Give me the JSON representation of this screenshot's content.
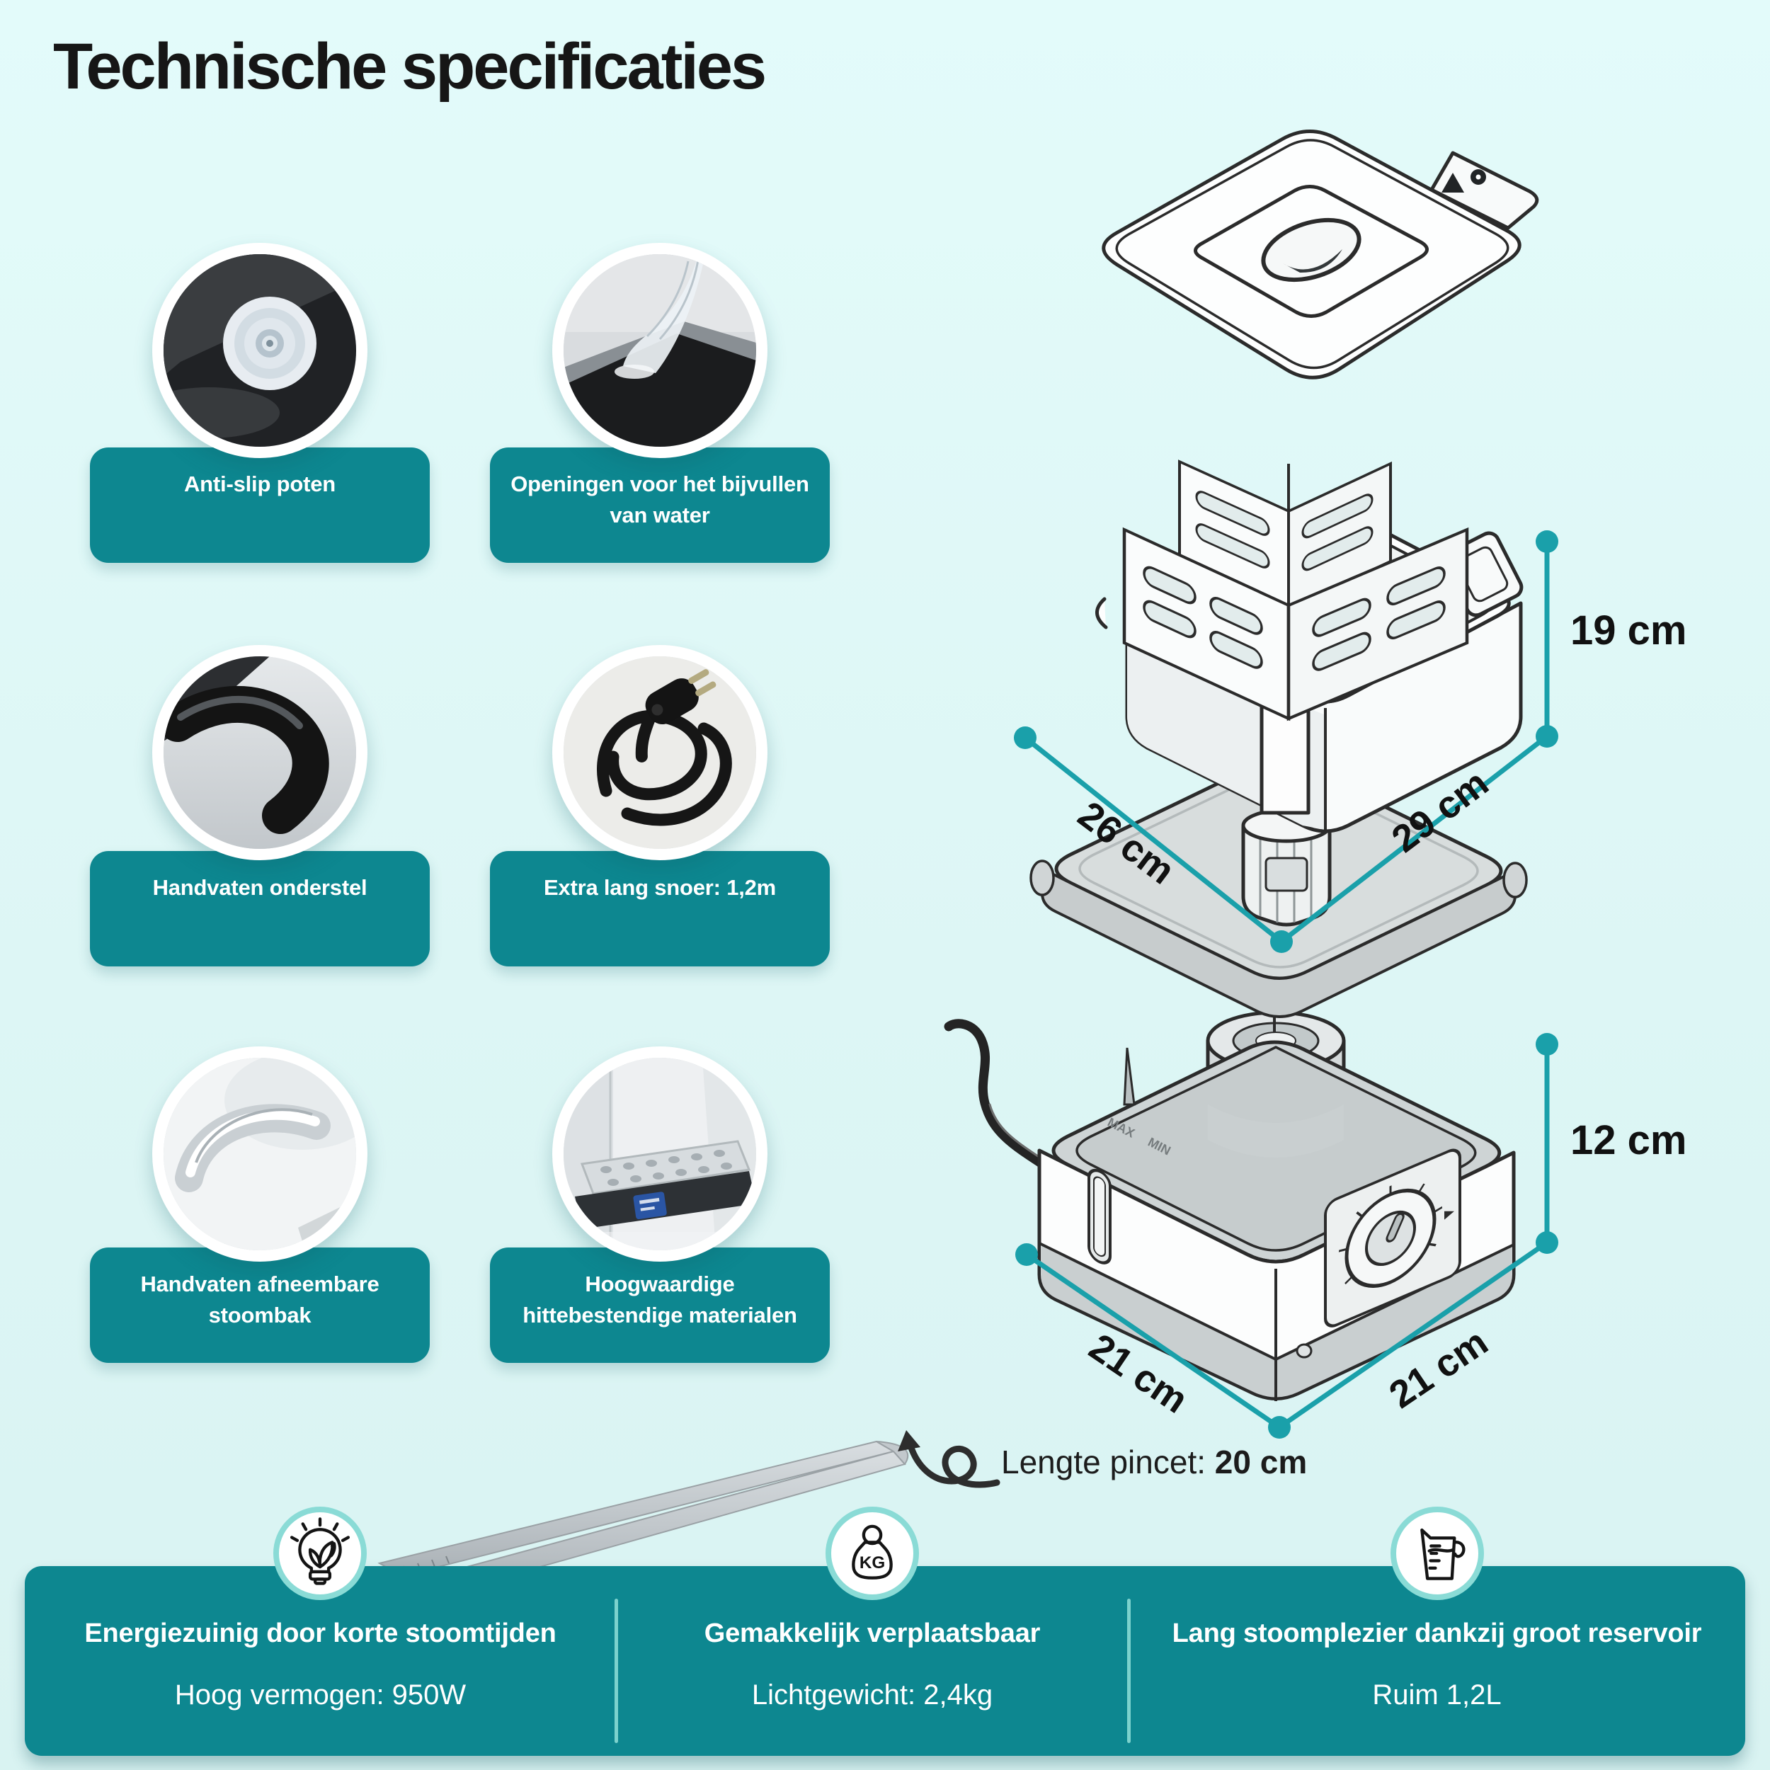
{
  "colors": {
    "background": "#def7f6",
    "teal": "#0d8790",
    "dimension_teal": "#1aa0aa",
    "ring_mint": "#8adbd6"
  },
  "title": "Technische specificaties",
  "features": [
    {
      "label": "Anti-slip poten"
    },
    {
      "label": "Openingen voor het bijvullen van water"
    },
    {
      "label": "Handvaten onderstel"
    },
    {
      "label": "Extra lang snoer: 1,2m"
    },
    {
      "label": "Handvaten afneembare stoombak"
    },
    {
      "label": "Hoogwaardige hittebestendige materialen"
    }
  ],
  "diagram": {
    "dim_basket_height": "19 cm",
    "dim_tray_depth": "26 cm",
    "dim_tray_width": "29 cm",
    "dim_base_height": "12 cm",
    "dim_base_depth": "21 cm",
    "dim_base_width": "21 cm",
    "marking_max": "MAX",
    "marking_min": "MIN"
  },
  "tweezers": {
    "label": "Lengte pincet: ",
    "value": "20 cm"
  },
  "bottom_bar": {
    "sections": [
      {
        "title": "Energiezuinig door korte stoomtijden",
        "subtitle": "Hoog vermogen: 950W"
      },
      {
        "title": "Gemakkelijk verplaatsbaar",
        "subtitle": "Lichtgewicht: 2,4kg",
        "icon_label": "KG"
      },
      {
        "title": "Lang stoomplezier dankzij groot reservoir",
        "subtitle": "Ruim 1,2L"
      }
    ]
  }
}
